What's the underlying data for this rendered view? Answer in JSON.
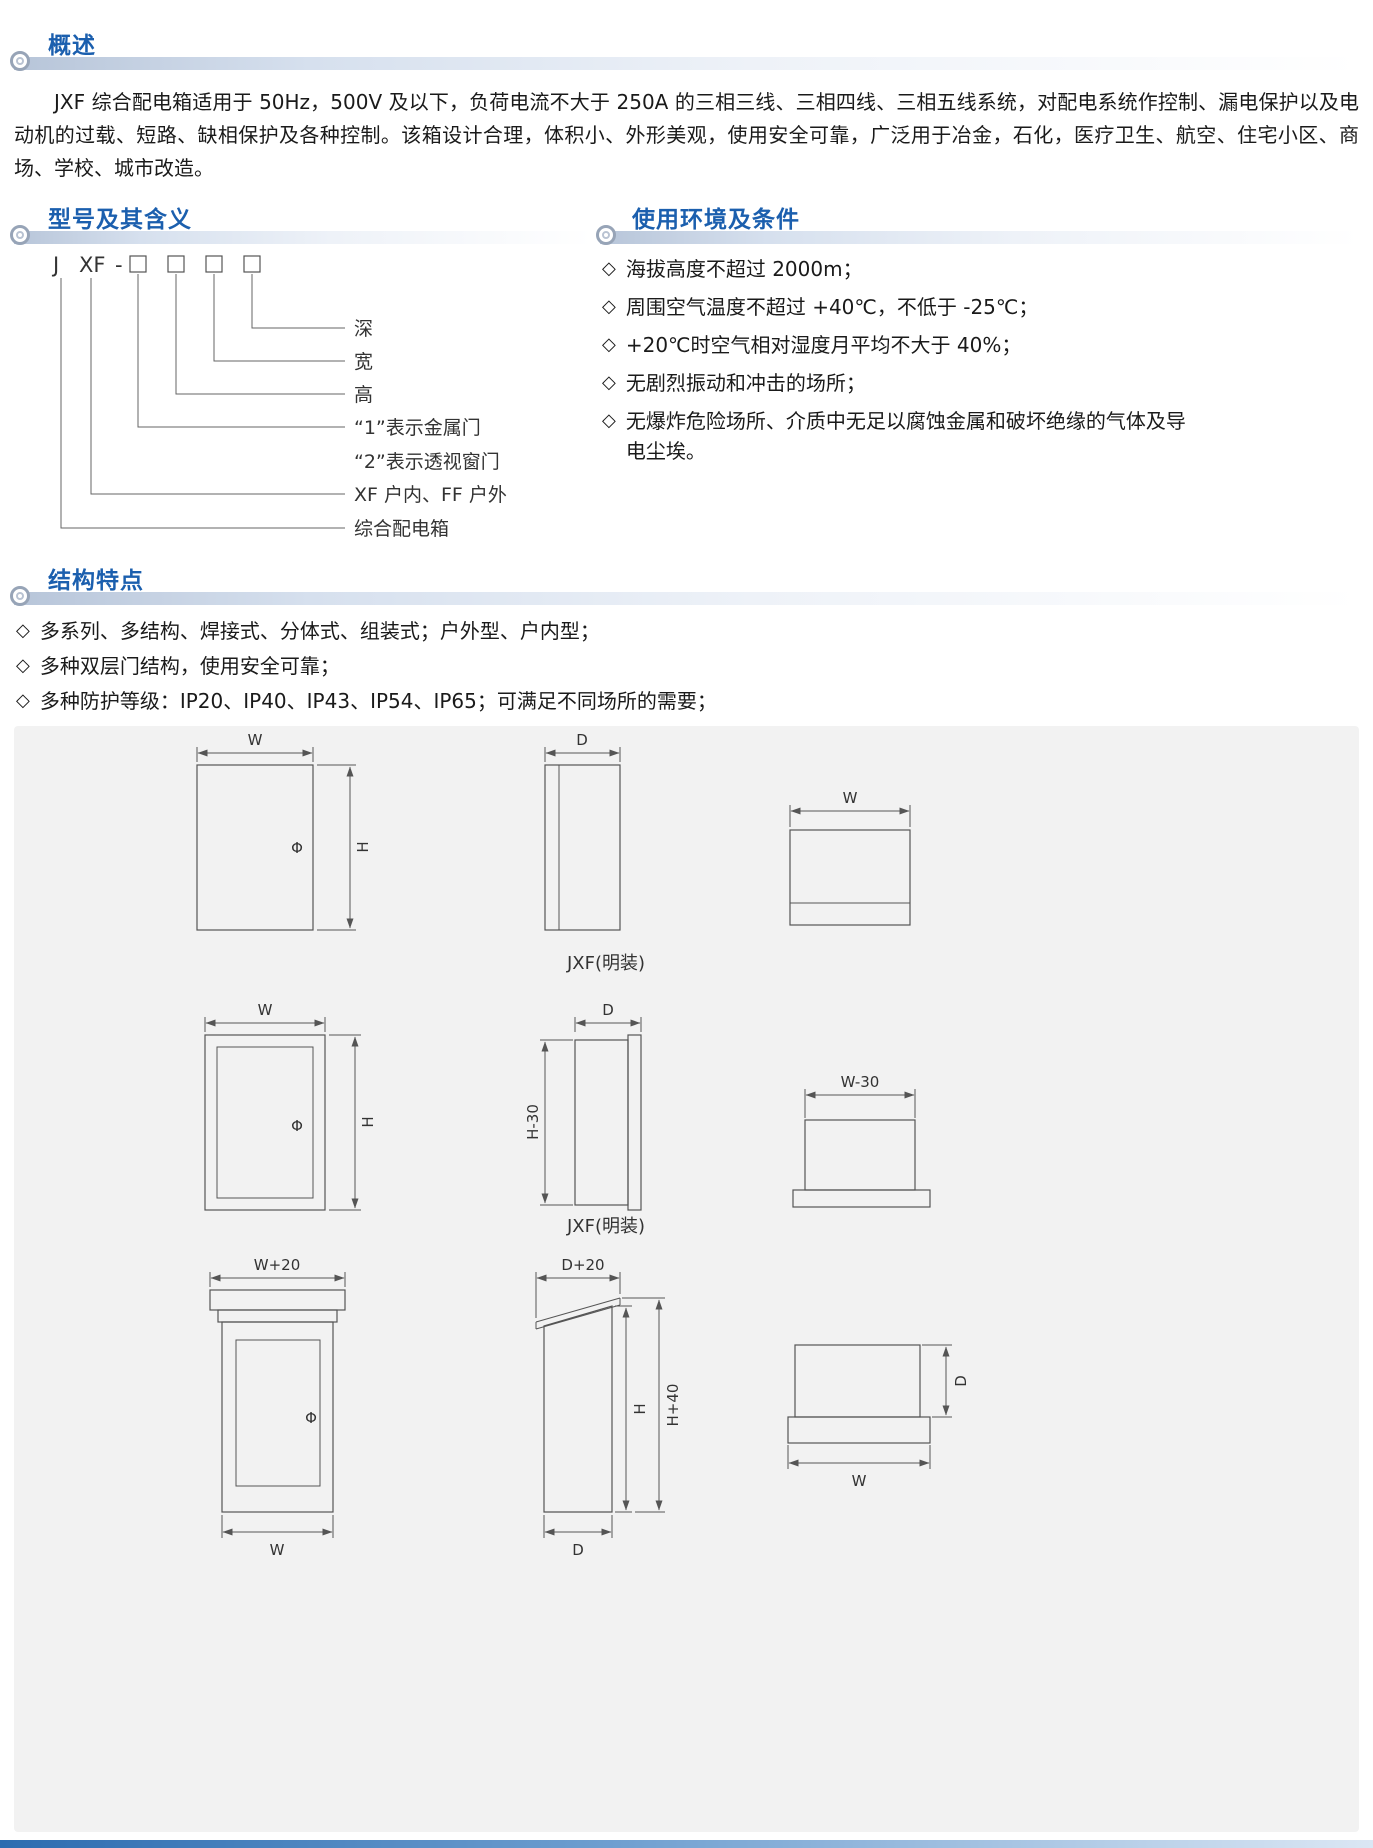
{
  "overview": {
    "title": "概述",
    "body": "JXF 综合配电箱适用于 50Hz，500V 及以下，负荷电流不大于 250A 的三相三线、三相四线、三相五线系统，对配电系统作控制、漏电保护以及电动机的过载、短路、缺相保护及各种控制。该箱设计合理，体积小、外形美观，使用安全可靠，广泛用于冶金，石化，医疗卫生、航空、住宅小区、商场、学校、城市改造。"
  },
  "model": {
    "title": "型号及其含义",
    "code": {
      "j": "J",
      "xf": "XF",
      "dash": "-"
    },
    "labels": {
      "depth": "深",
      "width": "宽",
      "height": "高",
      "door1": "“1”表示金属门",
      "door2": "“2”表示透视窗门",
      "xf": "XF 户内、FF 户外",
      "j": "综合配电箱"
    }
  },
  "environment": {
    "title": "使用环境及条件",
    "bullet": "◇",
    "items": [
      "海拔高度不超过 2000m；",
      "周围空气温度不超过 +40℃，不低于 -25℃；",
      "+20℃时空气相对湿度月平均不大于 40%；",
      "无剧烈振动和冲击的场所；",
      "无爆炸危险场所、介质中无足以腐蚀金属和破坏绝缘的气体及导电尘埃。"
    ]
  },
  "structure": {
    "title": "结构特点",
    "bullet": "◇",
    "items": [
      "多系列、多结构、焊接式、分体式、组装式；户外型、户内型；",
      "多种双层门结构，使用安全可靠；",
      "多种防护等级：IP20、IP40、IP43、IP54、IP65；可满足不同场所的需要；"
    ]
  },
  "drawings": {
    "caption_row1": "JXF(明装)",
    "caption_row2": "JXF(明装)",
    "dims": {
      "w": "W",
      "h": "H",
      "d": "D",
      "phi": "Φ",
      "h_minus_30": "H-30",
      "w_minus_30": "W-30",
      "w_plus_20": "W+20",
      "d_plus_20": "D+20",
      "h_plus_40": "H+40"
    }
  }
}
